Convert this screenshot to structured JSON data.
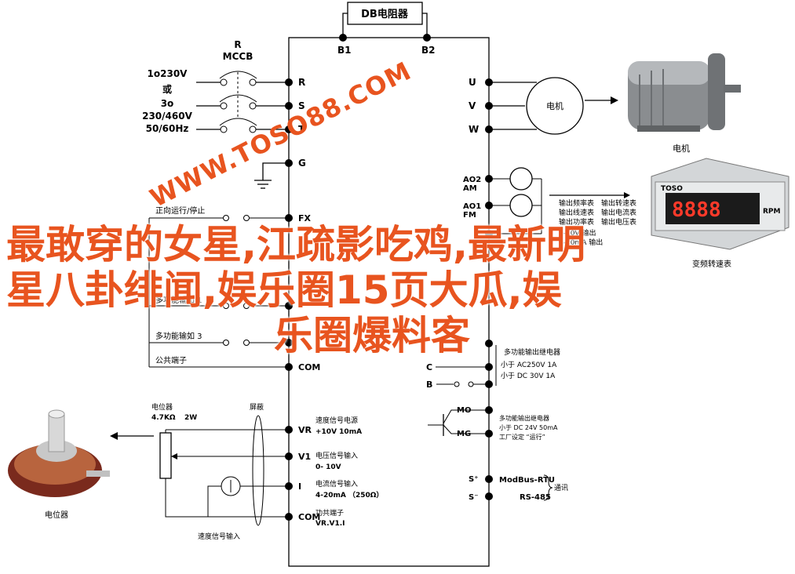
{
  "top": {
    "braking_resistor": "DB电阻器",
    "b1": "B1",
    "b2": "B2"
  },
  "mccb": {
    "title_r": "R",
    "title": "MCCB"
  },
  "power": {
    "line1": "1o230V",
    "line2": "或",
    "line3": "3o",
    "line4": "230/460V",
    "line5": "50/60Hz"
  },
  "terminals_left": {
    "r": "R",
    "s": "S",
    "t": "T",
    "g": "G",
    "fx": "FX",
    "com": "COM",
    "vr": "VR",
    "v1": "V1",
    "i": "I",
    "com2": "COM"
  },
  "terminals_right": {
    "u": "U",
    "v": "V",
    "w": "W",
    "ao2": "AO2",
    "am": "AM",
    "ao1": "AO1",
    "fm": "FM",
    "c": "C",
    "b": "B",
    "mo": "MO",
    "mg": "MG",
    "sp": "S⁺",
    "sn": "S⁻"
  },
  "inputs": {
    "fwd_stop": "正向运行/停止",
    "multi1": "多功能输如 1",
    "multi3": "多功能输如 3",
    "common": "公共端子"
  },
  "motor": {
    "circle": "电机",
    "label": "电机"
  },
  "meter": {
    "display": "8888",
    "unit": "RPM",
    "brand": "TOSO",
    "label": "变频转速表"
  },
  "outputs": {
    "ao_lines": [
      "输出频率表",
      "输出线速表",
      "输出功率表"
    ],
    "ao_lines_r": [
      "输出转速表",
      "输出电流表",
      "输出电压表"
    ],
    "fm_spec": "0-10V 输出",
    "fm_spec2": "4-20mA 输出"
  },
  "relay": {
    "title": "多功能输出继电器",
    "ac": "小于 AC250V 1A",
    "dc": "小于 DC 30V 1A"
  },
  "oc": {
    "title": "多功能输出继电器",
    "dc": "小于 DC 24V 50mA",
    "default": "工厂设定 “运行”"
  },
  "comm": {
    "modbus": "ModBus-RTU",
    "rs485": "RS-485",
    "label": "通讯"
  },
  "analog": {
    "pot_label": "电位器",
    "pot_value": "4.7KΩ",
    "pot_power": "2W",
    "shield": "屏蔽",
    "vr_desc": "速度信号电源",
    "vr_spec": "+10V 10mA",
    "v1_desc": "电压信号输入",
    "v1_spec": "0- 10V",
    "i_desc": "电流信号输入",
    "i_spec": "4-20mA （250Ω）",
    "com_desc": "功共端子",
    "com_spec": "VR.V1.I",
    "speed_in": "速度信号输入"
  },
  "pot_image_label": "电位器",
  "watermark": "WWW.TOSO88.COM",
  "headline": [
    "最敢穿的女星,江疏影吃鸡,最新明",
    "星八卦绯闻,娱乐圈15页大瓜,娱",
    "乐圈爆料客"
  ]
}
